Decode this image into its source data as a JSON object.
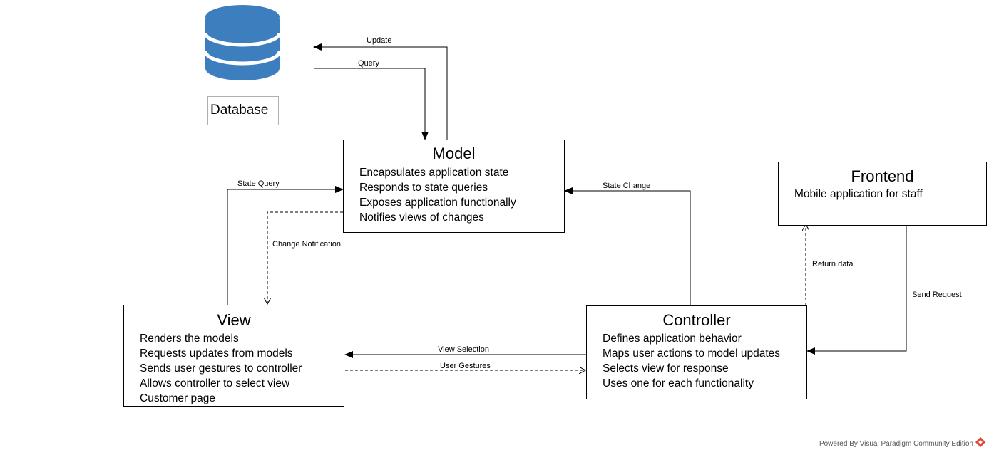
{
  "database": {
    "label": "Database",
    "icon": "database-icon",
    "color": "#3d7ebf"
  },
  "model": {
    "title": "Model",
    "lines": [
      "Encapsulates application state",
      "Responds to state queries",
      "Exposes application functionally",
      "Notifies views of changes"
    ]
  },
  "view": {
    "title": "View",
    "lines": [
      "Renders the models",
      "Requests updates from models",
      "Sends user gestures to controller",
      "Allows controller to select view",
      "Customer page"
    ]
  },
  "controller": {
    "title": "Controller",
    "lines": [
      "Defines application behavior",
      "Maps user actions to model updates",
      "Selects view for response",
      "Uses one for each functionality"
    ]
  },
  "frontend": {
    "title": "Frontend",
    "lines": [
      "Mobile application for staff"
    ]
  },
  "connections": {
    "update": "Update",
    "query": "Query",
    "state_query": "State Query",
    "change_notification": "Change Notification",
    "state_change": "State Change",
    "return_data": "Return data",
    "send_request": "Send Request",
    "view_selection": "View Selection",
    "user_gestures": "User Gestures"
  },
  "footer": {
    "powered_by": "Powered By",
    "product": "Visual Paradigm Community Edition",
    "logo_icon": "visual-paradigm-logo-icon",
    "logo_color": "#e0463a"
  }
}
